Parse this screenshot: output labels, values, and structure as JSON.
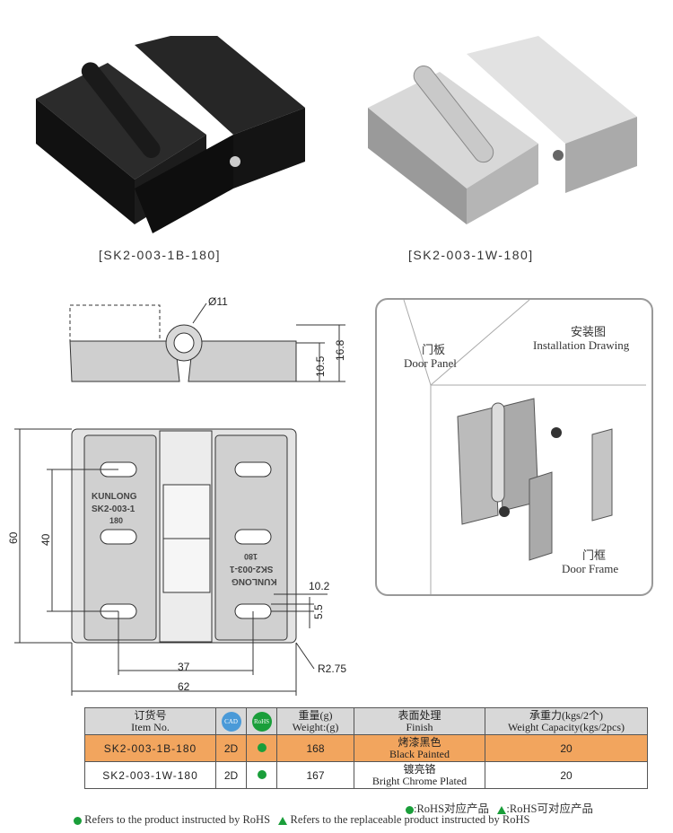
{
  "products": [
    {
      "code": "[SK2-003-1B-180]"
    },
    {
      "code": "[SK2-003-1W-180]"
    }
  ],
  "dims": {
    "diameter": "Ø11",
    "h_total": "16.8",
    "h_plate": "10.5",
    "height": "60",
    "hole_span_v": "40",
    "hole_width": "10.2",
    "hole_height": "5.5",
    "hole_span_h": "37",
    "width": "62",
    "radius": "R2.75"
  },
  "marking": {
    "brand": "KUNLONG",
    "model": "SK2-003-1",
    "angle": "180"
  },
  "installation": {
    "title_cn": "安装图",
    "title_en": "Installation Drawing",
    "door_panel_cn": "门板",
    "door_panel_en": "Door Panel",
    "door_frame_cn": "门框",
    "door_frame_en": "Door Frame"
  },
  "table": {
    "headers": {
      "item_cn": "订货号",
      "item_en": "Item No.",
      "cad": "CAD",
      "rohs": "RoHS",
      "weight_cn": "重量(g)",
      "weight_en": "Weight:(g)",
      "finish_cn": "表面处理",
      "finish_en": "Finish",
      "cap_cn": "承重力(kgs/2个)",
      "cap_en": "Weight Capacity(kgs/2pcs)"
    },
    "rows": [
      {
        "item": "SK2-003-1B-180",
        "cad": "2D",
        "weight": "168",
        "finish_cn": "烤漆黑色",
        "finish_en": "Black Painted",
        "capacity": "20"
      },
      {
        "item": "SK2-003-1W-180",
        "cad": "2D",
        "weight": "167",
        "finish_cn": "镀亮铬",
        "finish_en": "Bright Chrome Plated",
        "capacity": "20"
      }
    ]
  },
  "legend": {
    "dot_cn": ":RoHS对应产品",
    "tri_cn": ":RoHS可对应产品",
    "dot_en": "Refers to the product instructed by RoHS",
    "tri_en": "Refers to the replaceable product instructed by RoHS"
  },
  "colors": {
    "rohs_green": "#1a9e3a",
    "highlight_row": "#f2a55e",
    "header_gray": "#d8d8d8"
  }
}
